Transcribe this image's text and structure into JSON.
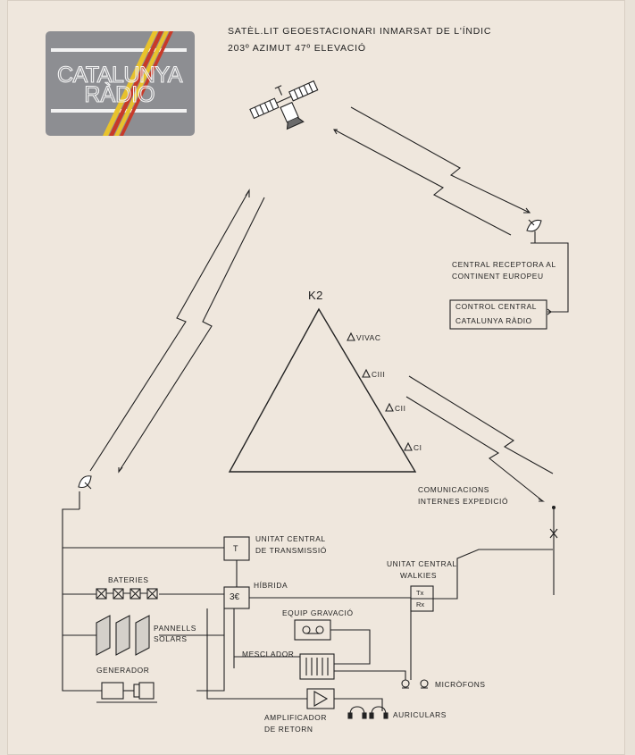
{
  "logo": {
    "line1": "CATALUNYA",
    "line2": "RÀDIO"
  },
  "satellite": {
    "line1": "SATÈL.LIT GEOESTACIONARI INMARSAT DE L'ÍNDIC",
    "line2": "203º AZIMUT  47º ELEVACIÓ"
  },
  "continent": {
    "line1": "CENTRAL RECEPTORA AL",
    "line2": "CONTINENT EUROPEU"
  },
  "control": {
    "line1": "CONTROL CENTRAL",
    "line2": "CATALUNYA RÀDIO"
  },
  "mountain": {
    "name": "K2",
    "camps": [
      "VIVAC",
      "CIII",
      "CII",
      "CI"
    ]
  },
  "comms": {
    "line1": "COMUNICACIONS",
    "line2": "INTERNES EXPEDICIÓ"
  },
  "transmit": {
    "line1": "UNITAT CENTRAL",
    "line2": "DE TRANSMISSIÓ",
    "symbol": "T"
  },
  "walkies": {
    "line1": "UNITAT CENTRAL",
    "line2": "WALKIES",
    "tx": "Tx",
    "rx": "Rx"
  },
  "hybrid": {
    "label": "HÍBRIDA",
    "symbol": "3€"
  },
  "power": {
    "batteries": "BATERIES",
    "panels_line1": "PANNELLS",
    "panels_line2": "SOLARS",
    "generator": "GENERADOR"
  },
  "recording": {
    "label": "EQUIP GRAVACIÓ"
  },
  "mixer": {
    "label": "MESCLADOR"
  },
  "microphones": {
    "label": "MICRÒFONS"
  },
  "amplifier": {
    "line1": "AMPLIFICADOR",
    "line2": "DE RETORN"
  },
  "headphones": {
    "label": "AURICULARS"
  },
  "colors": {
    "paper": "#efe7dd",
    "ink": "#222222",
    "logo_bg": "#8d8e92",
    "stripe_yellow": "#e8c22c",
    "stripe_red": "#c83a28"
  }
}
